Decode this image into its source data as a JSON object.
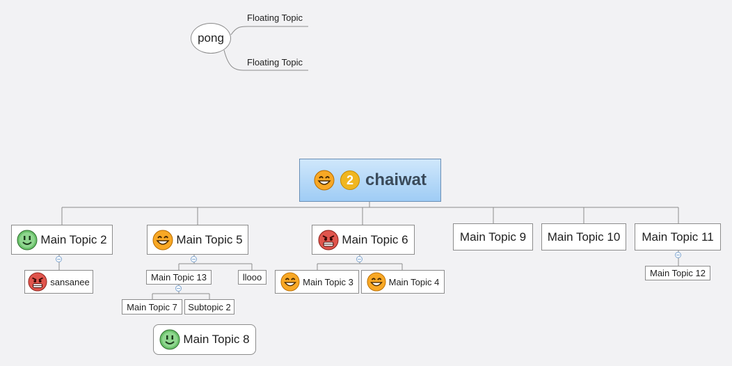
{
  "central": {
    "title": "chaiwat",
    "priority": "2",
    "icon": "laughing-face-icon"
  },
  "floating": {
    "root": "pong",
    "topics": [
      "Floating Topic",
      "Floating Topic"
    ]
  },
  "topics": {
    "main2": {
      "label": "Main Topic 2",
      "icon": "smile-green-face-icon"
    },
    "main5": {
      "label": "Main Topic 5",
      "icon": "laughing-face-icon"
    },
    "main6": {
      "label": "Main Topic 6",
      "icon": "angry-face-icon"
    },
    "main9": {
      "label": "Main Topic 9"
    },
    "main10": {
      "label": "Main Topic 10"
    },
    "main11": {
      "label": "Main Topic 11"
    },
    "sansanee": {
      "label": "sansanee",
      "icon": "angry-face-icon"
    },
    "main13": {
      "label": "Main Topic 13"
    },
    "llooo": {
      "label": "llooo"
    },
    "main7": {
      "label": "Main Topic 7"
    },
    "sub2": {
      "label": "Subtopic 2"
    },
    "main8": {
      "label": "Main Topic 8",
      "icon": "smile-green-face-icon"
    },
    "main3": {
      "label": "Main Topic 3",
      "icon": "laughing-face-icon"
    },
    "main4": {
      "label": "Main Topic 4",
      "icon": "laughing-face-icon"
    },
    "main12": {
      "label": "Main Topic 12"
    }
  },
  "colors": {
    "central_top": "#cfe7fb",
    "central_bottom": "#9fccf5",
    "line": "#8c8c8c",
    "collapse": "#7fa6d1"
  }
}
